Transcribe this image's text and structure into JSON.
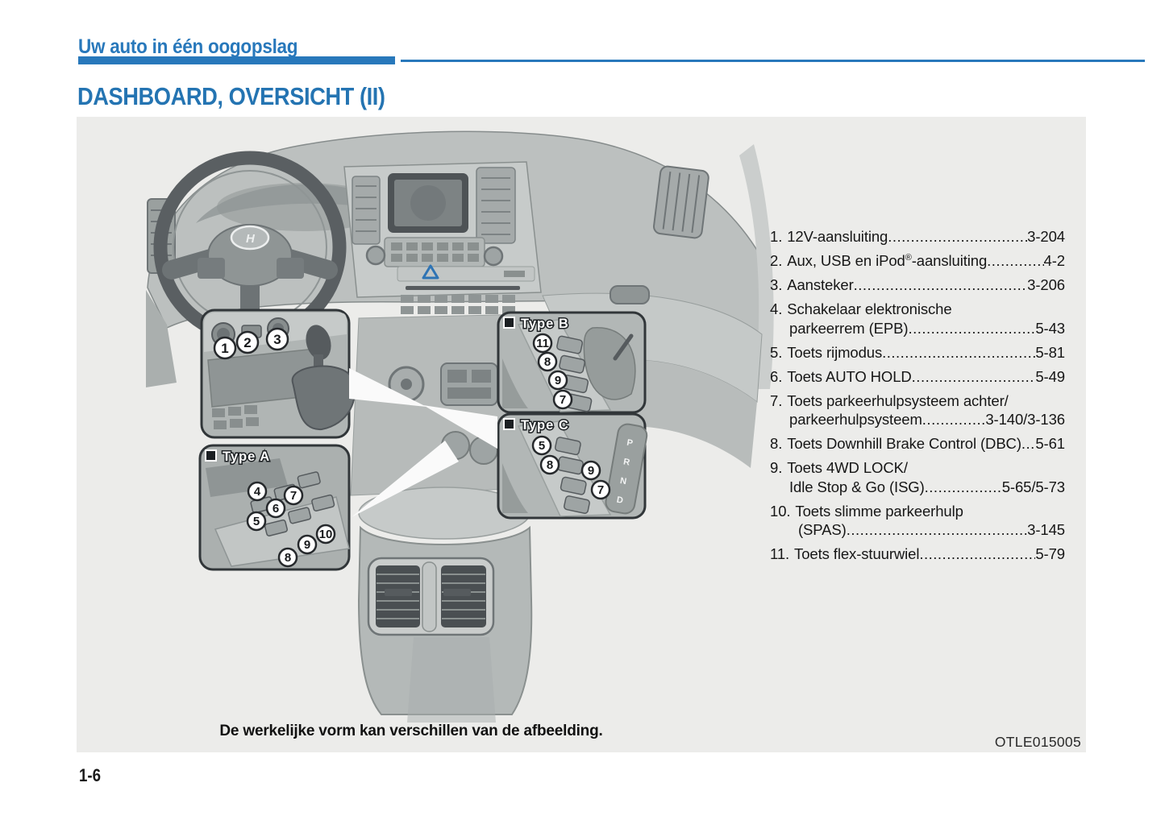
{
  "page": {
    "breadcrumb": "Uw auto in één oogopslag",
    "title": "DASHBOARD, OVERSICHT (II)",
    "caption": "De werkelijke vorm kan verschillen van de afbeelding.",
    "figure_code": "OTLE015005",
    "page_number": "1-6"
  },
  "colors": {
    "accent_blue": "#2878bb",
    "title_blue": "#2474b2",
    "figure_background": "#ececea",
    "hazard_triangle_blue": "#2f74b4"
  },
  "diagram": {
    "insets": {
      "type_a_label": "Type A",
      "type_b_label": "Type B",
      "type_c_label": "Type C"
    },
    "gear_indicator": [
      "P",
      "R",
      "N",
      "D"
    ],
    "logo_letter": "H",
    "callouts": {
      "sockets": [
        "1",
        "2",
        "3"
      ],
      "type_a": [
        "4",
        "7",
        "6",
        "5",
        "10",
        "9",
        "8"
      ],
      "type_b": [
        "11",
        "8",
        "9",
        "7"
      ],
      "type_c": [
        "5",
        "8",
        "9",
        "7"
      ]
    }
  },
  "legend": {
    "items": [
      {
        "number": "1.",
        "rows": [
          {
            "text": "12V-aansluiting",
            "page": "3-204"
          }
        ]
      },
      {
        "number": "2.",
        "rows": [
          {
            "pre": "Aux, USB en iPod",
            "sup": "®",
            "post": "-aansluiting",
            "page": "4-2"
          }
        ]
      },
      {
        "number": "3.",
        "rows": [
          {
            "text": "Aansteker",
            "page": "3-206"
          }
        ]
      },
      {
        "number": "4.",
        "rows": [
          {
            "text": "Schakelaar elektronische"
          },
          {
            "text": "parkeerrem (EPB)",
            "page": "5-43"
          }
        ]
      },
      {
        "number": "5.",
        "rows": [
          {
            "text": "Toets rijmodus",
            "page": "5-81"
          }
        ]
      },
      {
        "number": "6.",
        "rows": [
          {
            "text": "Toets AUTO HOLD",
            "page": "5-49"
          }
        ]
      },
      {
        "number": "7.",
        "rows": [
          {
            "text": "Toets parkeerhulpsysteem achter/"
          },
          {
            "text": "parkeerhulpsysteem",
            "page": "3-140/3-136"
          }
        ]
      },
      {
        "number": "8.",
        "rows": [
          {
            "text": "Toets Downhill Brake Control (DBC)",
            "page": "5-61"
          }
        ]
      },
      {
        "number": "9.",
        "rows": [
          {
            "text": "Toets 4WD LOCK/"
          },
          {
            "text": "Idle Stop & Go (ISG)",
            "page": "5-65/5-73"
          }
        ]
      },
      {
        "number": "10.",
        "rows": [
          {
            "text": "Toets slimme parkeerhulp"
          },
          {
            "text": "(SPAS)",
            "page": "3-145"
          }
        ]
      },
      {
        "number": "11.",
        "rows": [
          {
            "text": "Toets flex-stuurwiel",
            "page": "5-79"
          }
        ]
      }
    ]
  }
}
